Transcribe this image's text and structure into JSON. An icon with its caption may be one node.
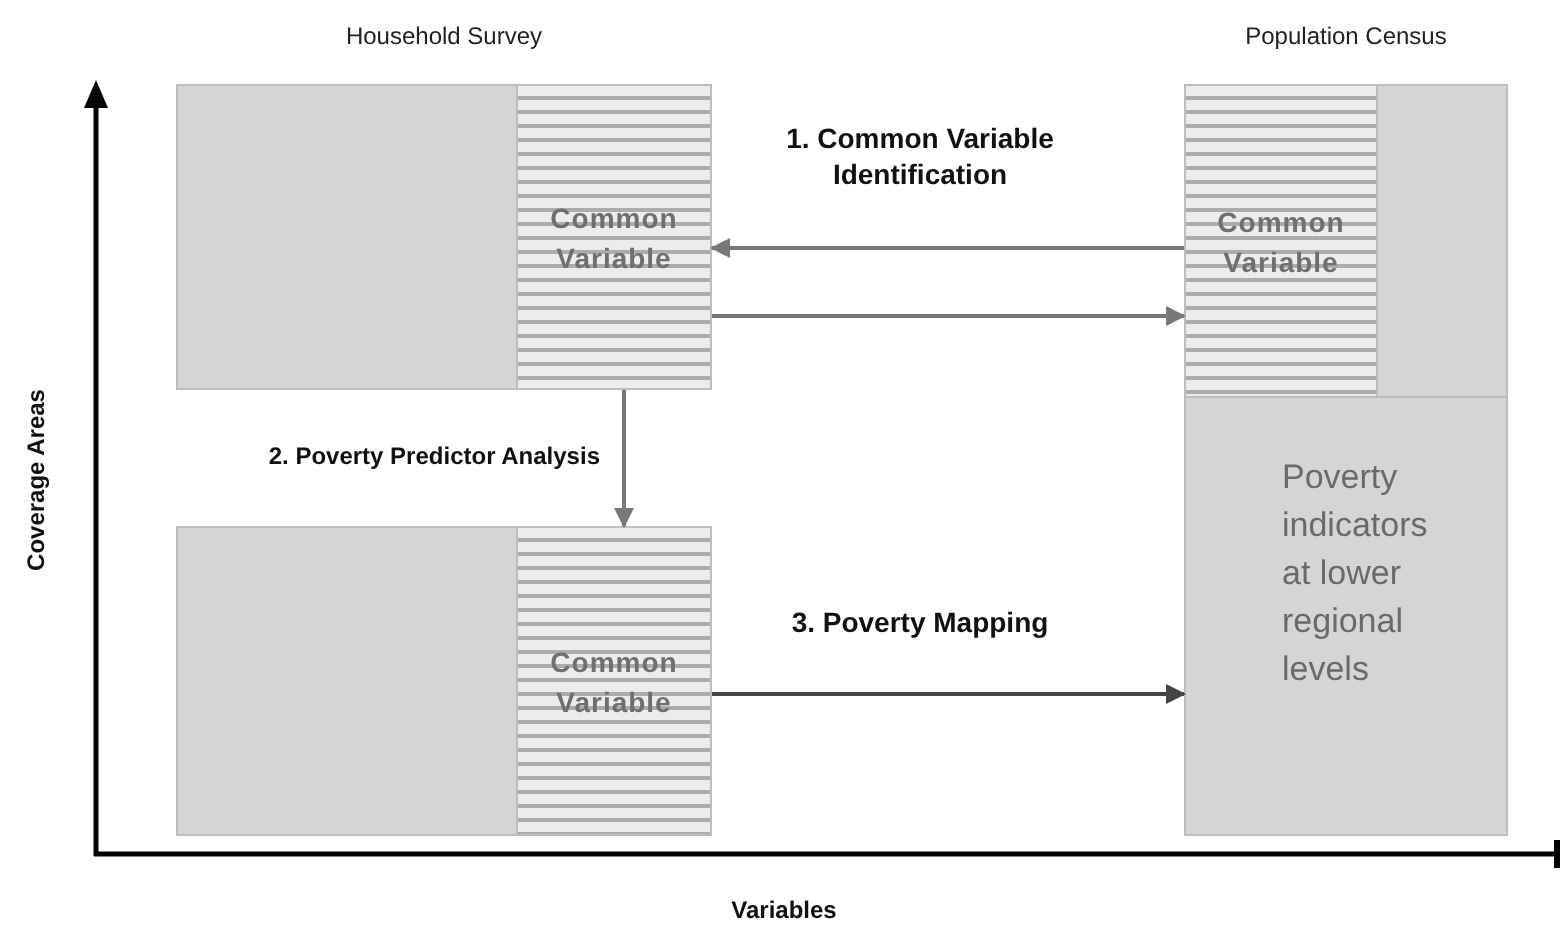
{
  "diagram": {
    "nodes": [
      {
        "text": [
          "Household Survey"
        ]
      },
      {
        "text": [
          "Common Variable"
        ],
        "in": 0
      },
      {
        "text": [],
        "shape": "box"
      },
      {
        "text": [
          "Common Variable"
        ],
        "in": 2
      },
      {
        "text": [
          "Population Census"
        ]
      },
      {
        "text": [
          "Common Variable"
        ],
        "in": 4
      },
      {
        "text": [
          "Poverty indicators at lower regional levels"
        ],
        "in": 4
      }
    ],
    "edges": [
      {
        "from": 5,
        "to": 1,
        "arrow": "to",
        "label": "1. Common Variable Identification"
      },
      {
        "from": 1,
        "to": 5,
        "arrow": "to"
      },
      {
        "from": 1,
        "to": 3,
        "arrow": "to",
        "label": "2. Poverty Predictor Analysis"
      },
      {
        "from": 3,
        "to": 6,
        "arrow": "to",
        "label": "3. Poverty Mapping",
        "color": "#444444"
      }
    ],
    "labels": [
      "Coverage Areas",
      "Variables"
    ]
  }
}
